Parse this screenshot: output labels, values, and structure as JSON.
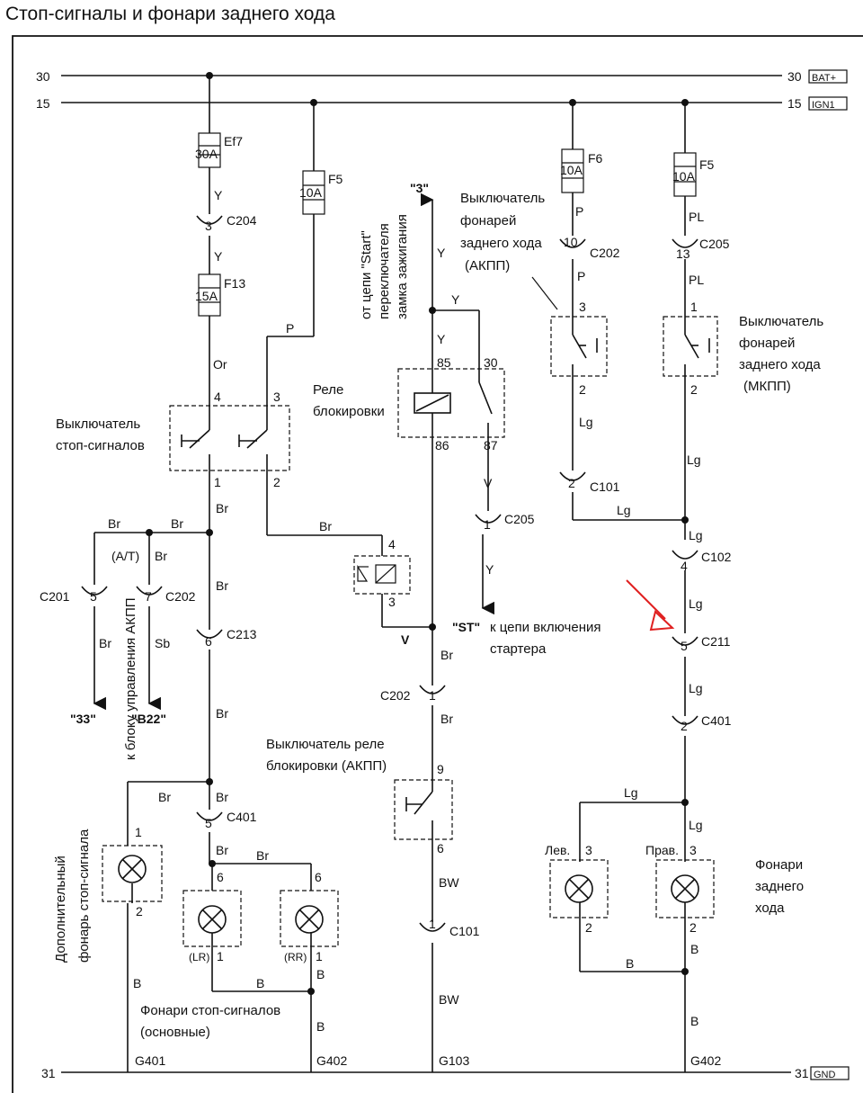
{
  "title": "Стоп-сигналы и фонари заднего хода",
  "rails": {
    "r30_left": "30",
    "r30_right": "30",
    "r30_tag": "BAT+",
    "r15_left": "15",
    "r15_right": "15",
    "r15_tag": "IGN1",
    "r31_left": "31",
    "r31_right": "31",
    "r31_tag": "GND"
  },
  "fuses": {
    "ef7_name": "Ef7",
    "ef7_rating": "30A",
    "f13_name": "F13",
    "f13_rating": "15A",
    "f5a_name": "F5",
    "f5a_rating": "10A",
    "f6_name": "F6",
    "f6_rating": "10A",
    "f5b_name": "F5",
    "f5b_rating": "10A"
  },
  "connectors": {
    "c204_pin": "3",
    "c204": "C204",
    "c202a_pin": "10",
    "c202a": "C202",
    "c205a_pin": "13",
    "c205a": "C205",
    "c205b_pin": "1",
    "c205b": "C205",
    "c201_pin": "5",
    "c201": "C201",
    "c202b_pin": "7",
    "c202b": "C202",
    "c213_pin": "6",
    "c213": "C213",
    "c202c_pin": "1",
    "c202c": "C202",
    "c101a_pin": "2",
    "c101a": "C101",
    "c102_pin": "4",
    "c102": "C102",
    "c211_pin": "5",
    "c211": "C211",
    "c401a_pin": "2",
    "c401a": "C401",
    "c401b_pin": "5",
    "c401b": "C401",
    "c101b_pin": "1",
    "c101b": "C101"
  },
  "wires": {
    "y1": "Y",
    "y2": "Y",
    "or": "Or",
    "p": "P",
    "y3": "Y",
    "y4": "Y",
    "y5": "Y",
    "y6": "Y",
    "p2": "P",
    "p3": "P",
    "pl1": "PL",
    "pl2": "PL",
    "br1": "Br",
    "br2": "Br",
    "br3": "Br",
    "br4": "Br",
    "br5": "Br",
    "br6": "Br",
    "br7": "Br",
    "br8": "Br",
    "br9": "Br",
    "br10": "Br",
    "br11": "Br",
    "br12": "Br",
    "br13": "Br",
    "br14": "Br",
    "v1": "V",
    "v2": "V",
    "sb": "Sb",
    "lg1": "Lg",
    "lg2": "Lg",
    "lg3": "Lg",
    "lg4": "Lg",
    "lg5": "Lg",
    "lg6": "Lg",
    "lg7": "Lg",
    "lg8": "Lg",
    "bw1": "BW",
    "bw2": "BW",
    "b1": "B",
    "b2": "B",
    "b3": "B",
    "b4": "B",
    "b5": "B",
    "b6": "B",
    "b7": "B",
    "b8": "B",
    "at": "(A/T)"
  },
  "pins": {
    "sw_stop_4": "4",
    "sw_stop_3": "3",
    "sw_stop_1": "1",
    "sw_stop_2": "2",
    "relay_85": "85",
    "relay_30": "30",
    "relay_86": "86",
    "relay_87": "87",
    "diode_4": "4",
    "diode_3": "3",
    "rev_akpp_3": "3",
    "rev_akpp_2": "2",
    "rev_mkpp_1": "1",
    "rev_mkpp_2": "2",
    "lock_9": "9",
    "lock_6": "6",
    "extra_1": "1",
    "extra_2": "2",
    "lr_6": "6",
    "lr_1": "1",
    "rr_6": "6",
    "rr_1": "1",
    "rev_l_3": "3",
    "rev_l_2": "2",
    "rev_r_3": "3",
    "rev_r_2": "2"
  },
  "labels": {
    "stop_switch": [
      "Выключатель",
      "стоп-сигналов"
    ],
    "relay": [
      "Реле",
      "блокировки"
    ],
    "start_from": [
      "от цепи \"Start\"",
      "переключателя",
      "замка зажигания"
    ],
    "start_pin": "\"3\"",
    "rev_switch_akpp": [
      "Выключатель",
      "фонарей",
      "заднего хода",
      "(АКПП)"
    ],
    "rev_switch_mkpp": [
      "Выключатель",
      "фонарей",
      "заднего хода",
      "(МКПП)"
    ],
    "st": "\"ST\"",
    "starter": [
      "к цепи включения",
      "стартера"
    ],
    "to_33": "\"33\"",
    "to_b22": "\"B22\"",
    "tcu": "к блоку управления АКПП",
    "lock_switch": [
      "Выключатель реле",
      "блокировки (АКПП)"
    ],
    "extra_lamp": [
      "Дополнительный",
      "фонарь стоп-сигнала"
    ],
    "lr": "(LR)",
    "rr": "(RR)",
    "stop_lamps": [
      "Фонари стоп-сигналов",
      "(основные)"
    ],
    "rev_left": "Лев.",
    "rev_right": "Прав.",
    "rev_lamps": [
      "Фонари",
      "заднего",
      "хода"
    ],
    "g401": "G401",
    "g402a": "G402",
    "g103": "G103",
    "g402b": "G402"
  },
  "colors": {
    "ink": "#111111",
    "annotation_arrow": "#e02020",
    "background": "#ffffff"
  }
}
